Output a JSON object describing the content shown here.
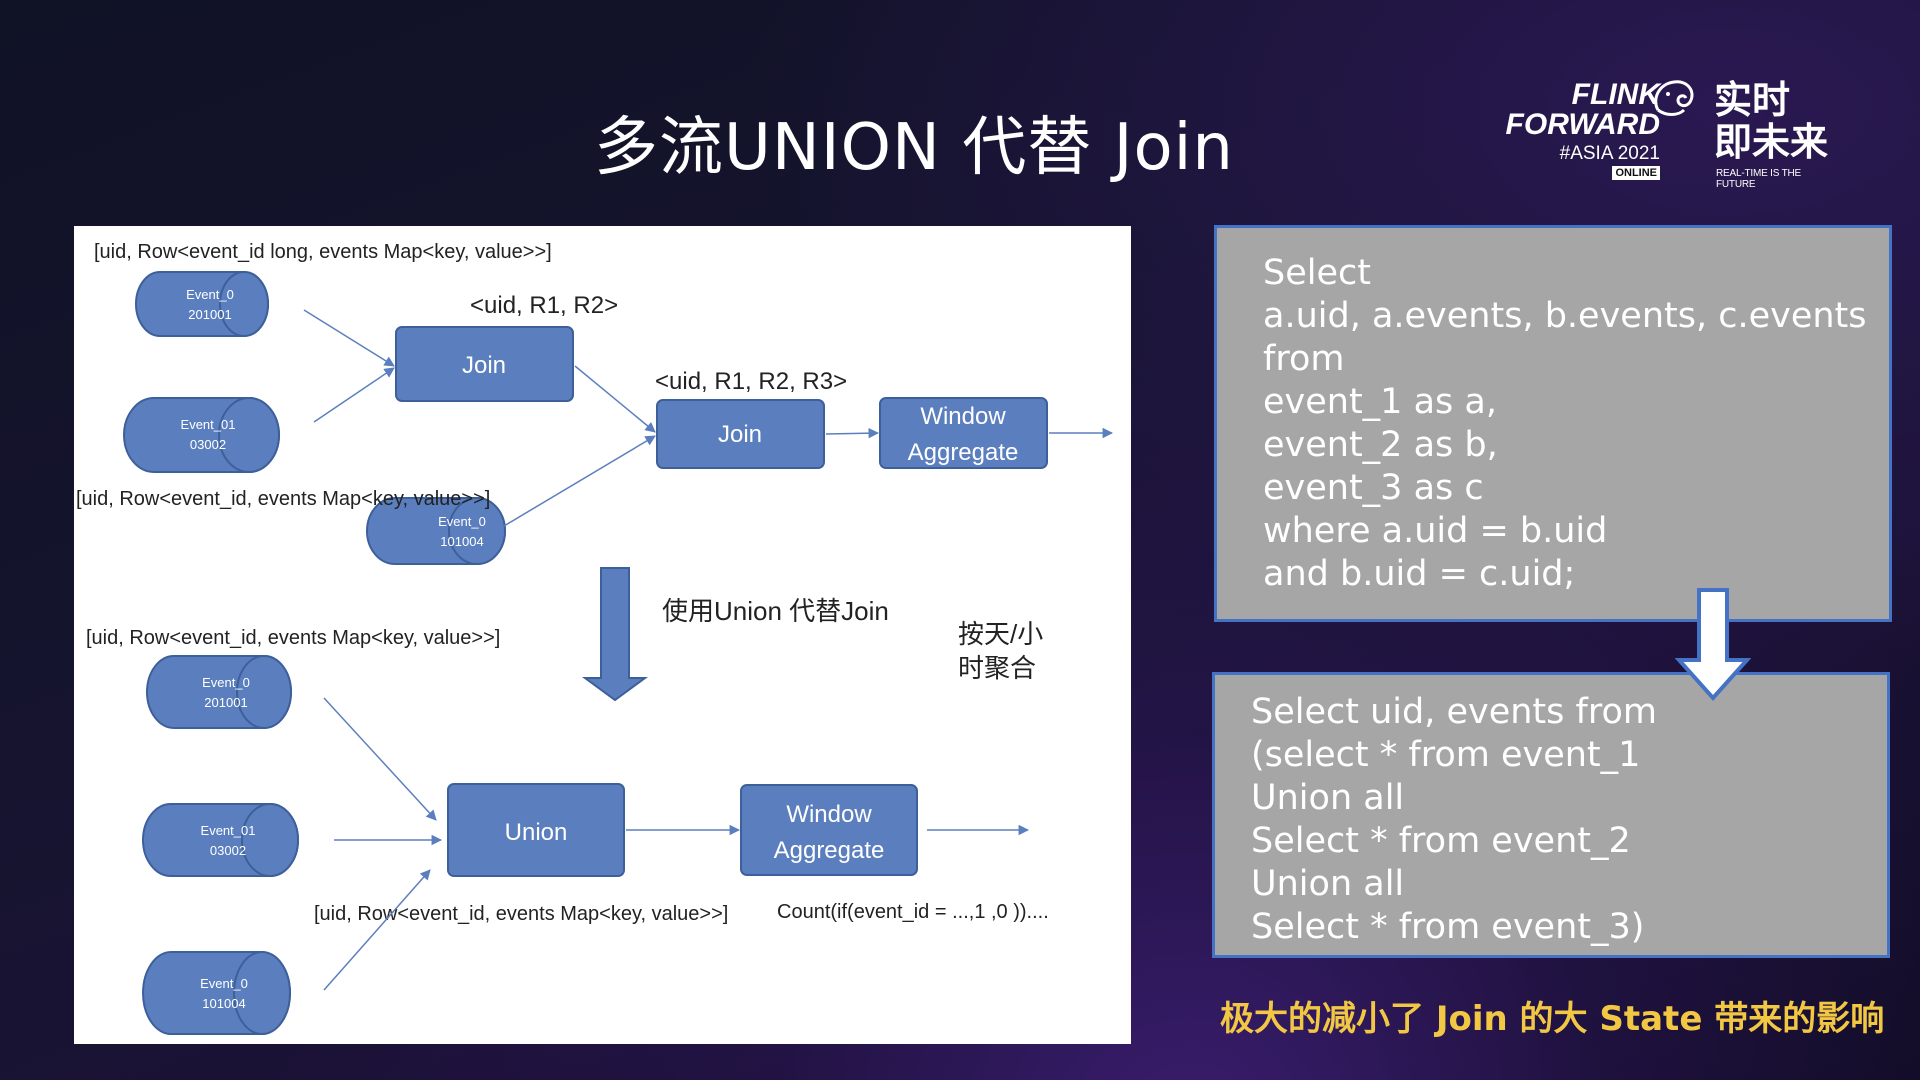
{
  "slide": {
    "title": "多流UNION 代替 Join",
    "bottom_note": "极大的减小了 Join 的大 State 带来的影响"
  },
  "logo": {
    "line1": "FLINK",
    "line2": "FORWARD",
    "line3": "#ASIA 2021",
    "badge": "ONLINE",
    "cn_line1": "实时",
    "cn_line2": "即未来",
    "tagline": "REAL-TIME IS THE FUTURE"
  },
  "diagram": {
    "top": {
      "schema_label": "[uid, Row<event_id long, events Map<key, value>>]",
      "event_a": {
        "name": "Event_0",
        "id": "201001"
      },
      "event_b": {
        "name": "Event_01",
        "id": "03002"
      },
      "event_c": {
        "name": "Event_0",
        "id": "101004"
      },
      "schema_label_2": "[uid, Row<event_id, events Map<key, value>>]",
      "join1": "Join",
      "join1_label": "<uid, R1, R2>",
      "join2": "Join",
      "join2_label": "<uid, R1, R2, R3>",
      "window_line1": "Window",
      "window_line2": "Aggregate"
    },
    "middle": {
      "replace_label": "使用Union 代替Join",
      "agg_note_line1": "按天/小",
      "agg_note_line2": "时聚合"
    },
    "bottom": {
      "schema_label": "[uid, Row<event_id, events Map<key, value>>]",
      "event_a": {
        "name": "Event_0",
        "id": "201001"
      },
      "event_b": {
        "name": "Event_01",
        "id": "03002"
      },
      "event_c": {
        "name": "Event_0",
        "id": "101004"
      },
      "union": "Union",
      "window_line1": "Window",
      "window_line2": "Aggregate",
      "schema_label_2": "[uid, Row<event_id, events Map<key, value>>]",
      "count_label": "Count(if(event_id = ...,1 ,0 ))...."
    }
  },
  "sql_join": {
    "lines": [
      "Select",
      "a.uid, a.events, b.events, c.events",
      "from",
      "event_1 as a,",
      "event_2 as b,",
      "event_3 as c",
      "where a.uid = b.uid",
      "and b.uid = c.uid;"
    ]
  },
  "sql_union": {
    "lines": [
      "Select uid, events from",
      "(select * from event_1",
      "Union all",
      "Select * from event_2",
      "Union all",
      "Select * from event_3)"
    ]
  },
  "colors": {
    "node_fill": "#5b7fbe",
    "node_stroke": "#3d5f9a",
    "sql_box_fill": "#a6a6a6",
    "sql_box_border": "#4472c4",
    "note_yellow": "#f2c744"
  }
}
